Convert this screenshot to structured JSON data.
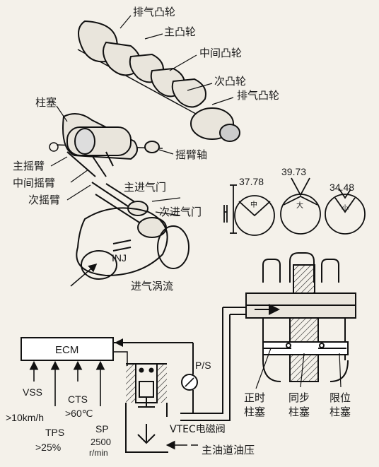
{
  "labels": {
    "exhaust_cam_top": "排气凸轮",
    "primary_cam": "主凸轮",
    "middle_cam": "中间凸轮",
    "secondary_cam": "次凸轮",
    "exhaust_cam_right": "排气凸轮",
    "plunger": "柱塞",
    "rocker_shaft": "摇臂轴",
    "primary_rocker": "主摇臂",
    "middle_rocker": "中间摇臂",
    "secondary_rocker": "次摇臂",
    "primary_intake_valve": "主进气门",
    "secondary_intake_valve": "次进气门",
    "inj": "INJ",
    "intake_swirl": "进气涡流",
    "ecm": "ECM",
    "ps": "P/S",
    "vtec_solenoid": "VTEC电磁阀",
    "main_oil_pressure": "主油道油压"
  },
  "cam_profiles": [
    {
      "value": "37.78",
      "mark": "中"
    },
    {
      "value": "39.73",
      "mark": "大"
    },
    {
      "value": "34.48",
      "mark": "小"
    }
  ],
  "sensors": [
    {
      "name": "VSS",
      "cond": ">10km/h"
    },
    {
      "name": "TPS",
      "cond": ">25%"
    },
    {
      "name": "CTS",
      "cond": ">60℃"
    },
    {
      "name": "SP",
      "cond": "2500",
      "cond2": "r/min"
    }
  ],
  "pistons": [
    {
      "l1": "正时",
      "l2": "柱塞"
    },
    {
      "l1": "同步",
      "l2": "柱塞"
    },
    {
      "l1": "限位",
      "l2": "柱塞"
    }
  ]
}
